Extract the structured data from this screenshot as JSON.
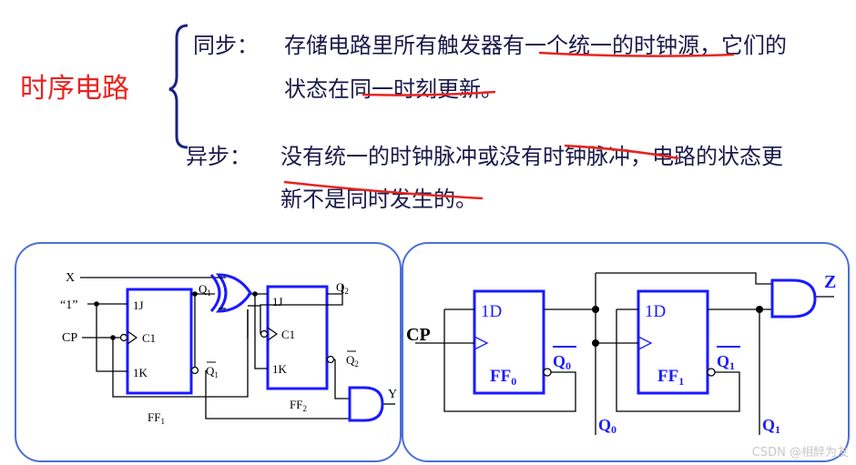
{
  "heading": "时序电路",
  "sync": {
    "label": "同步：",
    "line1": "存储电路里所有触发器有一个统一的时钟源，它们的",
    "line2": "状态在同一时刻更新。"
  },
  "async": {
    "label": "异步：",
    "line1": "没有统一的时钟脉冲或没有时钟脉冲，电路的状态更",
    "line2": "新不是同时发生的。"
  },
  "left_circuit": {
    "input_x": "X",
    "input_one": "“1”",
    "input_cp": "CP",
    "ff1_pins": [
      "1J",
      "C1",
      "1K"
    ],
    "ff1_name": "FF",
    "ff1_sub": "1",
    "ff2_pins": [
      "1J",
      "C1",
      "1K"
    ],
    "ff2_name": "FF",
    "ff2_sub": "2",
    "q1": "Q",
    "q1_sub": "1",
    "q1bar": "Q",
    "q1bar_sub": "1",
    "q2": "Q",
    "q2_sub": "2",
    "q2bar": "Q",
    "q2bar_sub": "2",
    "output_y": "Y"
  },
  "right_circuit": {
    "input_cp": "CP",
    "ff0_pin": "1D",
    "ff0_name": "FF",
    "ff0_sub": "0",
    "ff0_qbar": "Q",
    "ff0_qbar_sub": "0",
    "ff1_pin": "1D",
    "ff1_name": "FF",
    "ff1_sub": "1",
    "ff1_qbar": "Q",
    "ff1_qbar_sub": "1",
    "q0": "Q",
    "q0_sub": "0",
    "q1": "Q",
    "q1_sub": "1",
    "output_z": "Z"
  },
  "watermark": "CSDN @相醉为友",
  "colors": {
    "heading": "#e8231f",
    "annotation": "#e8231f",
    "brace": "#1a237e",
    "panel_border": "#4a6fd8",
    "ff_border": "#1a1aff",
    "wire": "#000000"
  }
}
